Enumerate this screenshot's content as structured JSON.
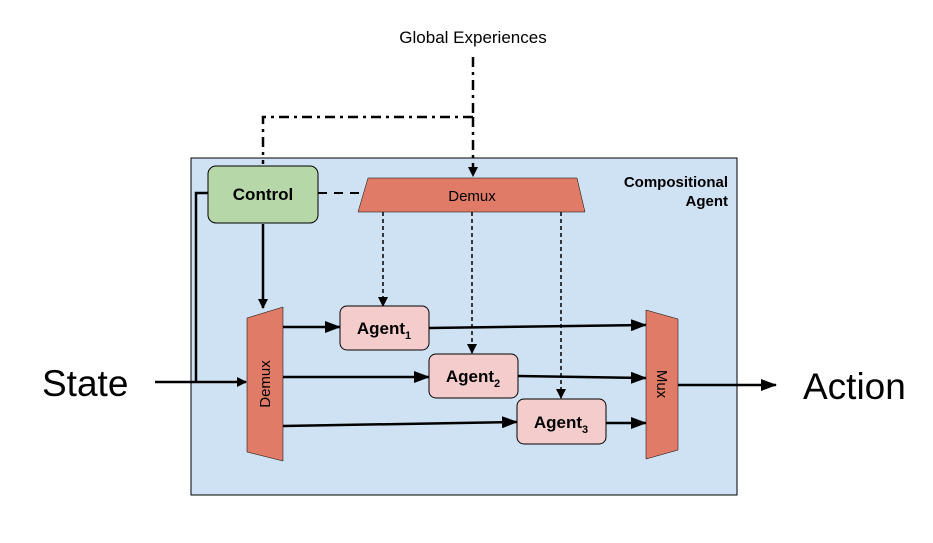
{
  "global_experiences_label": "Global Experiences",
  "container_label": {
    "line1": "Compositional",
    "line2": "Agent"
  },
  "control_label": "Control",
  "top_demux_label": "Demux",
  "left_demux_label": "Demux",
  "mux_label": "Mux",
  "state_label": "State",
  "action_label": "Action",
  "agents": [
    {
      "base": "Agent",
      "subscript": "1"
    },
    {
      "base": "Agent",
      "subscript": "2"
    },
    {
      "base": "Agent",
      "subscript": "3"
    }
  ],
  "colors": {
    "container_fill": "#cfe2f3",
    "control_fill": "#b6d7a8",
    "demux_fill": "#e07b67",
    "agent_fill": "#f4cccc",
    "line": "#000000"
  }
}
